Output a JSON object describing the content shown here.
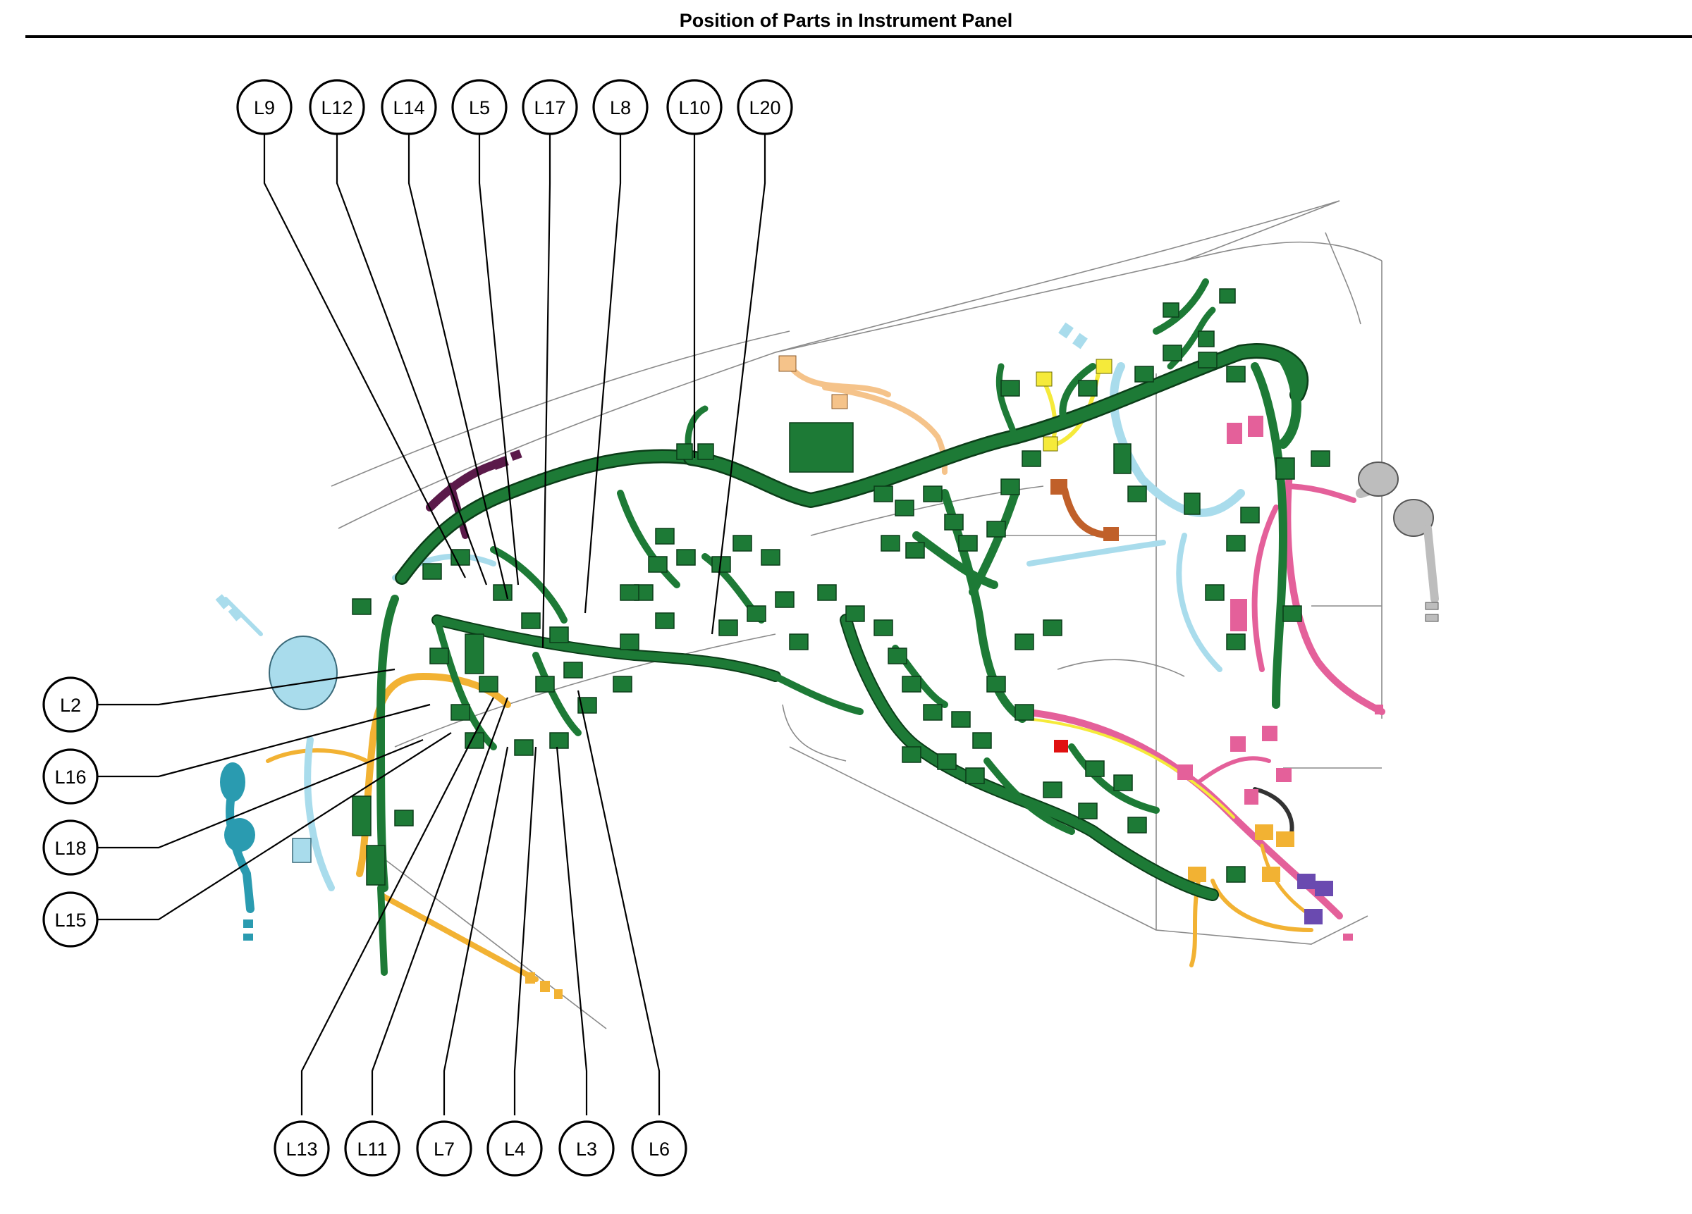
{
  "title": "Position of Parts in Instrument Panel",
  "callouts": {
    "L9": "L9",
    "L12": "L12",
    "L14": "L14",
    "L5": "L5",
    "L17": "L17",
    "L8": "L8",
    "L10": "L10",
    "L20": "L20",
    "L2": "L2",
    "L16": "L16",
    "L18": "L18",
    "L15": "L15",
    "L13": "L13",
    "L11": "L11",
    "L7": "L7",
    "L4": "L4",
    "L3": "L3",
    "L6": "L6"
  },
  "colors": {
    "main_harness": "#1d7a36",
    "main_harness_edge": "#0b3d18",
    "light_blue": "#a9dcec",
    "pink": "#e4609a",
    "orange": "#f2b233",
    "teal": "#2a9bb0",
    "yellow": "#f5ea3a",
    "purple": "#6a4ab0",
    "maroon": "#5b1a4a",
    "red": "#e01010",
    "gray": "#bdbdbd",
    "peach": "#f5c38a",
    "rust": "#c0602a"
  }
}
